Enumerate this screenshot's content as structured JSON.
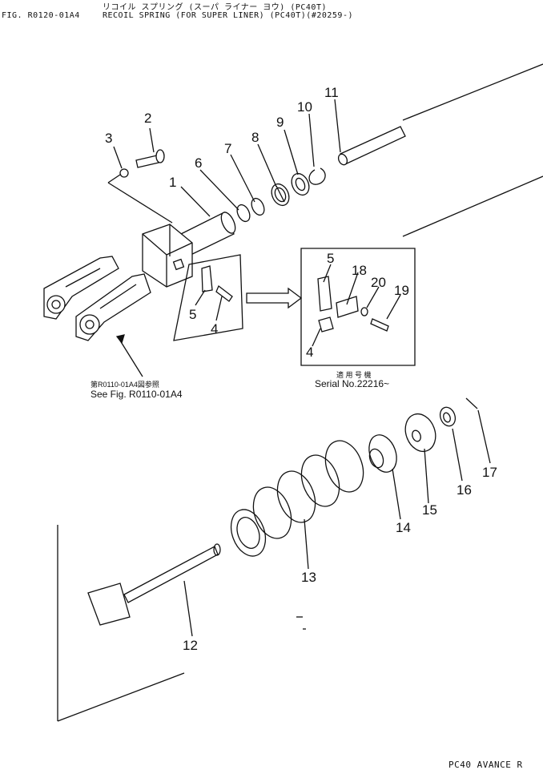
{
  "header": {
    "jp_title": "リコイル スプリング  (スーパ ライナー ヨウ)  (PC40T)",
    "fig_id": "FIG. R0120-01A4",
    "title": "RECOIL SPRING (FOR SUPER LINER) (PC40T)(#20259-)"
  },
  "callouts": [
    "1",
    "2",
    "3",
    "4",
    "5",
    "6",
    "7",
    "8",
    "9",
    "10",
    "11",
    "12",
    "13",
    "14",
    "15",
    "16",
    "17",
    "18",
    "19",
    "20"
  ],
  "detail": {
    "labels": [
      "5",
      "18",
      "20",
      "19",
      "4"
    ],
    "serial_jp": "適 用 号 機",
    "serial": "Serial No.22216~"
  },
  "reference": {
    "jp": "第R0110-01A4図参照",
    "en": "See Fig. R0110-01A4"
  },
  "footer": "PC40 AVANCE R"
}
